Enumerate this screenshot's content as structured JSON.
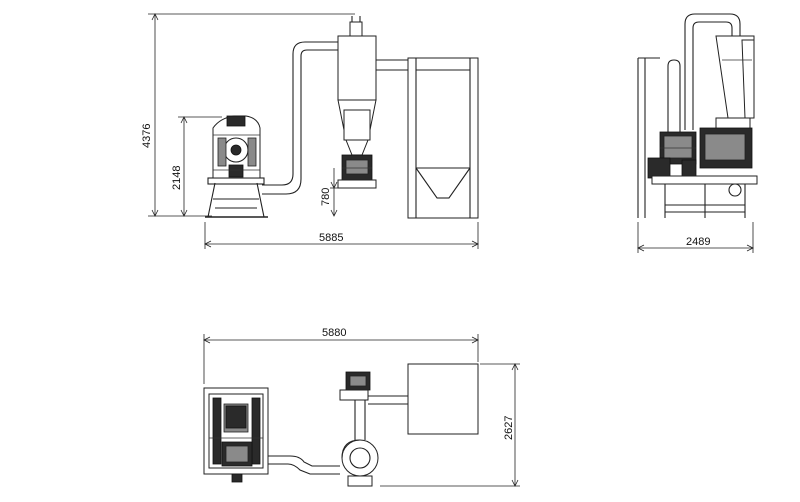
{
  "drawing": {
    "dimensions": {
      "front_total_height": "4376",
      "front_mill_height": "2148",
      "front_outlet_height": "780",
      "front_total_length": "5885",
      "side_width": "2489",
      "top_total_length": "5880",
      "top_depth": "2627"
    }
  }
}
